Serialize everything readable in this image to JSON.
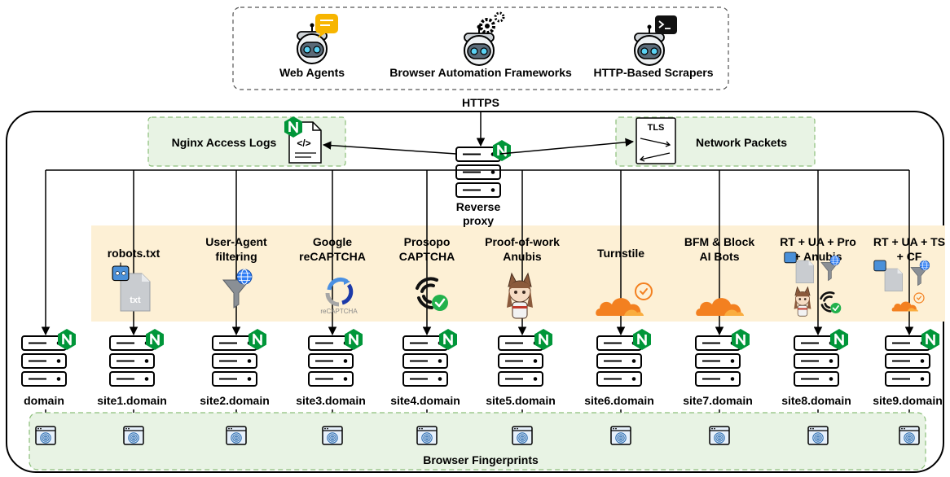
{
  "clients": [
    "Web Agents",
    "Browser Automation Frameworks",
    "HTTP-Based Scrapers"
  ],
  "https_label": "HTTPS",
  "proxy": {
    "label_line1": "Reverse",
    "label_line2": "proxy"
  },
  "nginx_logs_label": "Nginx Access Logs",
  "network_packets_label": "Network Packets",
  "tls_label": "TLS",
  "txt_label": "txt",
  "recaptcha_label": "reCAPTCHA",
  "fingerprints_label": "Browser Fingerprints",
  "sites": [
    {
      "name": "domain",
      "protection": []
    },
    {
      "name": "site1.domain",
      "protection": [
        "robots.txt"
      ]
    },
    {
      "name": "site2.domain",
      "protection": [
        "User-Agent",
        "filtering"
      ]
    },
    {
      "name": "site3.domain",
      "protection": [
        "Google",
        "reCAPTCHA"
      ]
    },
    {
      "name": "site4.domain",
      "protection": [
        "Prosopo",
        "CAPTCHA"
      ]
    },
    {
      "name": "site5.domain",
      "protection": [
        "Proof-of-work",
        "Anubis"
      ]
    },
    {
      "name": "site6.domain",
      "protection": [
        "Turnstile"
      ]
    },
    {
      "name": "site7.domain",
      "protection": [
        "BFM & Block",
        "AI Bots"
      ]
    },
    {
      "name": "site8.domain",
      "protection": [
        "RT + UA + Pro",
        "+ Anubis"
      ]
    },
    {
      "name": "site9.domain",
      "protection": [
        "RT + UA + TS",
        "+ CF"
      ]
    }
  ],
  "colors": {
    "nginx_green": "#009639",
    "panel_green": "#e8f3e4",
    "panel_border": "#8cbf7a",
    "protection_band": "#fdf0d5",
    "cloudflare_orange": "#f38020",
    "check_green": "#22b14c",
    "fingerprint_blue": "#2b6cb0"
  }
}
